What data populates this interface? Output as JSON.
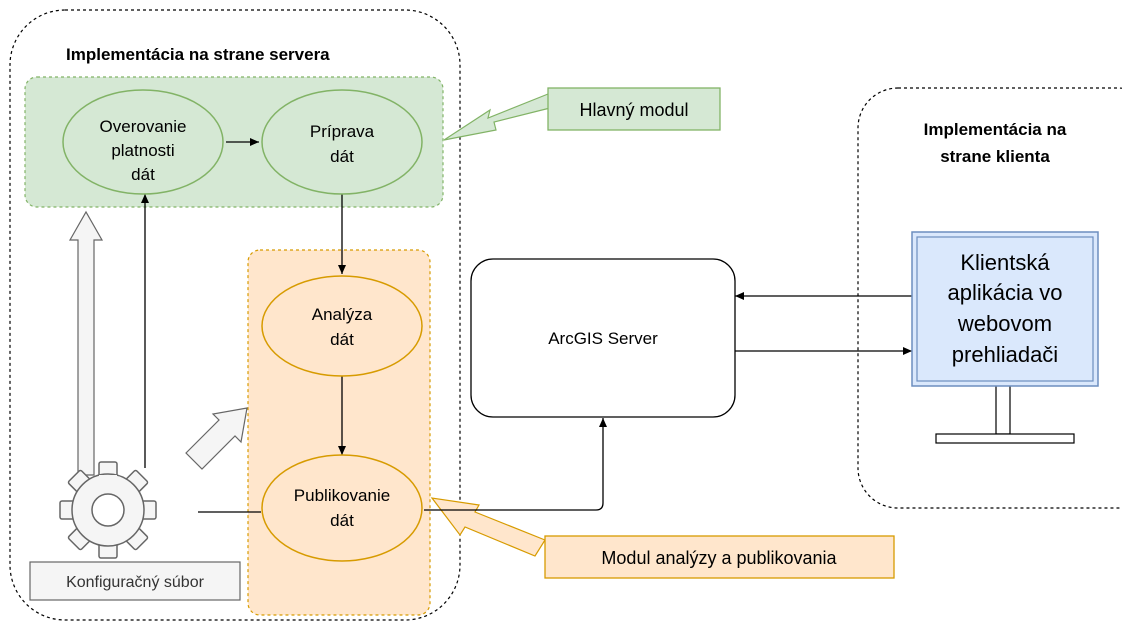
{
  "server_side": {
    "title": "Implementácia na strane servera",
    "main_module": {
      "validation": [
        "Overovanie",
        "platnosti",
        "dát"
      ],
      "preparation": [
        "Príprava",
        "dát"
      ]
    },
    "analysis_module": {
      "analysis": [
        "Analýza",
        "dát"
      ],
      "publishing": [
        "Publikovanie",
        "dát"
      ]
    },
    "config": "Konfiguračný súbor"
  },
  "callouts": {
    "main_module": "Hlavný modul",
    "analysis_module": "Modul analýzy a publikovania"
  },
  "arcgis": "ArcGIS Server",
  "client_side": {
    "title": [
      "Implementácia na",
      "strane klienta"
    ],
    "app": [
      "Klientská",
      "aplikácia vo",
      "webovom",
      "prehliadači"
    ]
  },
  "colors": {
    "green_fill": "#d5e8d4",
    "green_stroke": "#82b366",
    "orange_fill": "#ffe6cc",
    "orange_stroke": "#d79b00",
    "blue_fill": "#dae8fc",
    "blue_stroke": "#6c8ebf",
    "gray_fill": "#f5f5f5",
    "gray_stroke": "#666666"
  }
}
